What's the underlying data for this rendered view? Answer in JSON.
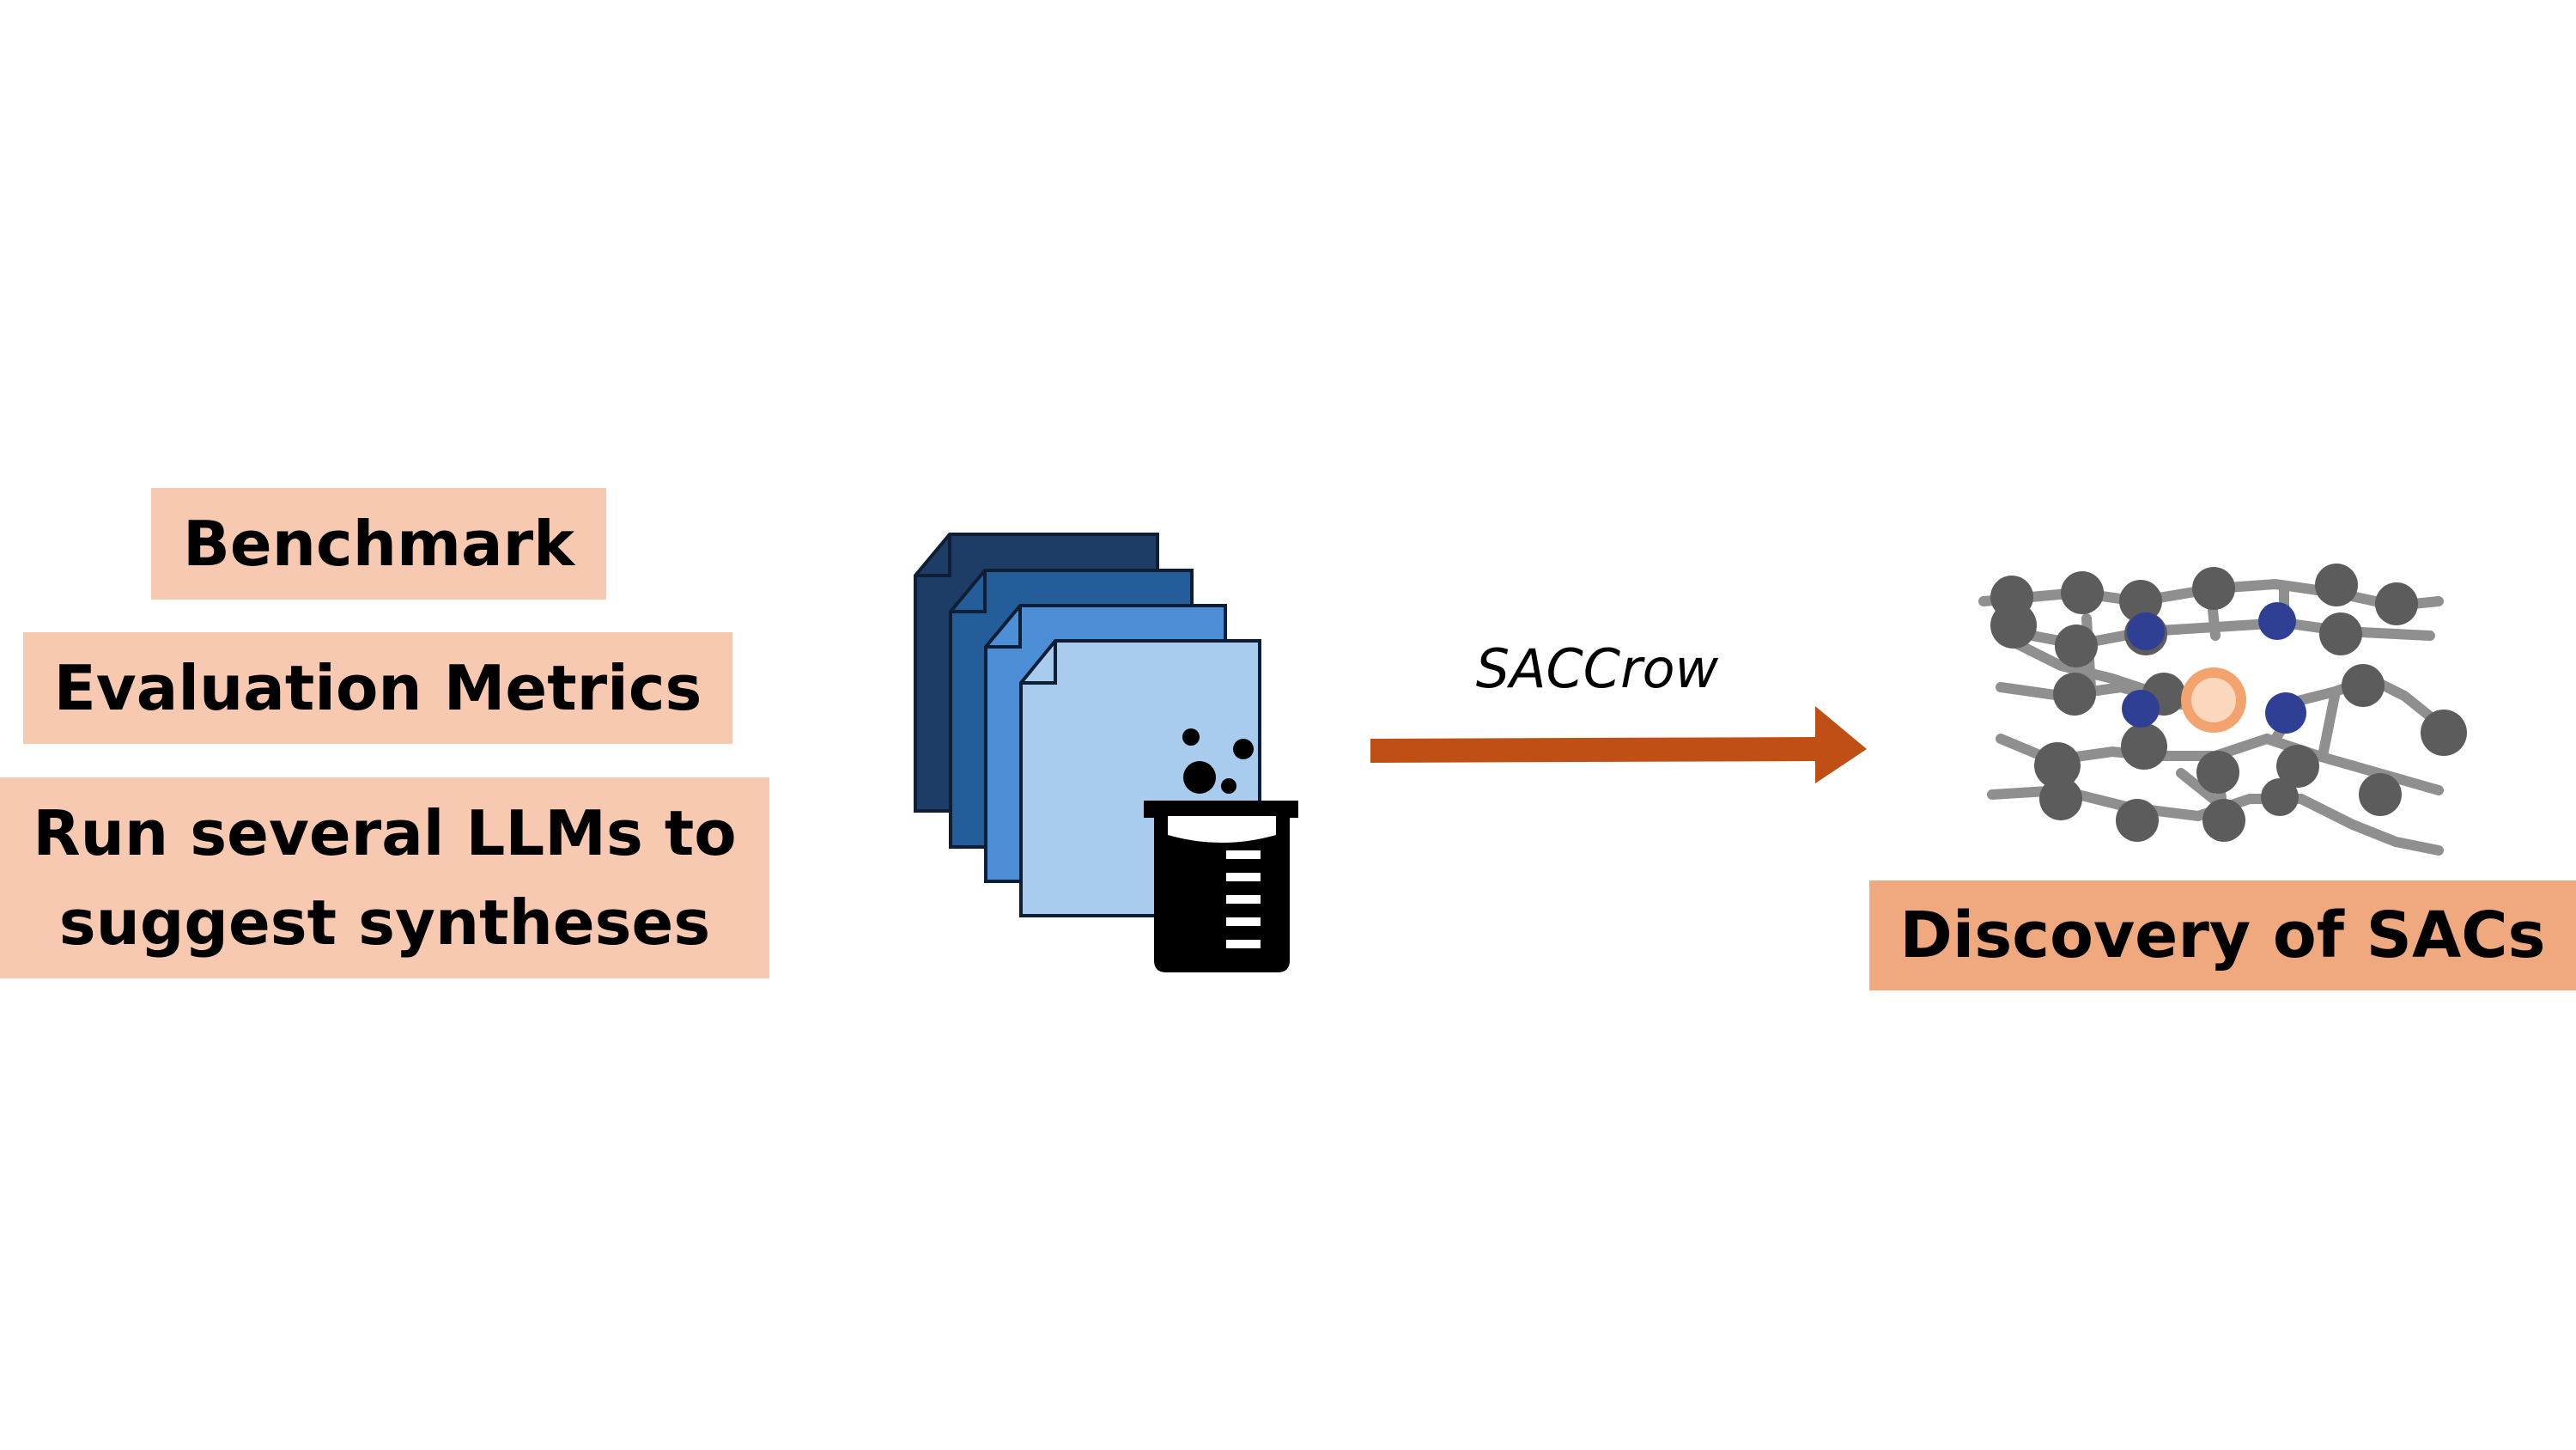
{
  "left_labels": {
    "benchmark": "Benchmark",
    "metrics": "Evaluation Metrics",
    "llms_line1": "Run several LLMs to",
    "llms_line2": "suggest syntheses"
  },
  "arrow": {
    "label": "SACCrow",
    "color": "#c04f15"
  },
  "result": {
    "label": "Discovery of SACs"
  },
  "icons": {
    "documents": "document-stack-icon",
    "beaker": "beaker-icon",
    "catalyst": "single-atom-catalyst-structure-icon"
  },
  "colors": {
    "label_fill": "#f6c9b0",
    "result_fill": "#f0a97e",
    "doc_1": "#1d3d66",
    "doc_2": "#235d9a",
    "doc_3": "#4c8fd6",
    "doc_4": "#a9cbee",
    "carbon_atom": "#5c5c5c",
    "nitrogen_atom": "#2f3f93",
    "metal_atom": "#f2a36e"
  }
}
